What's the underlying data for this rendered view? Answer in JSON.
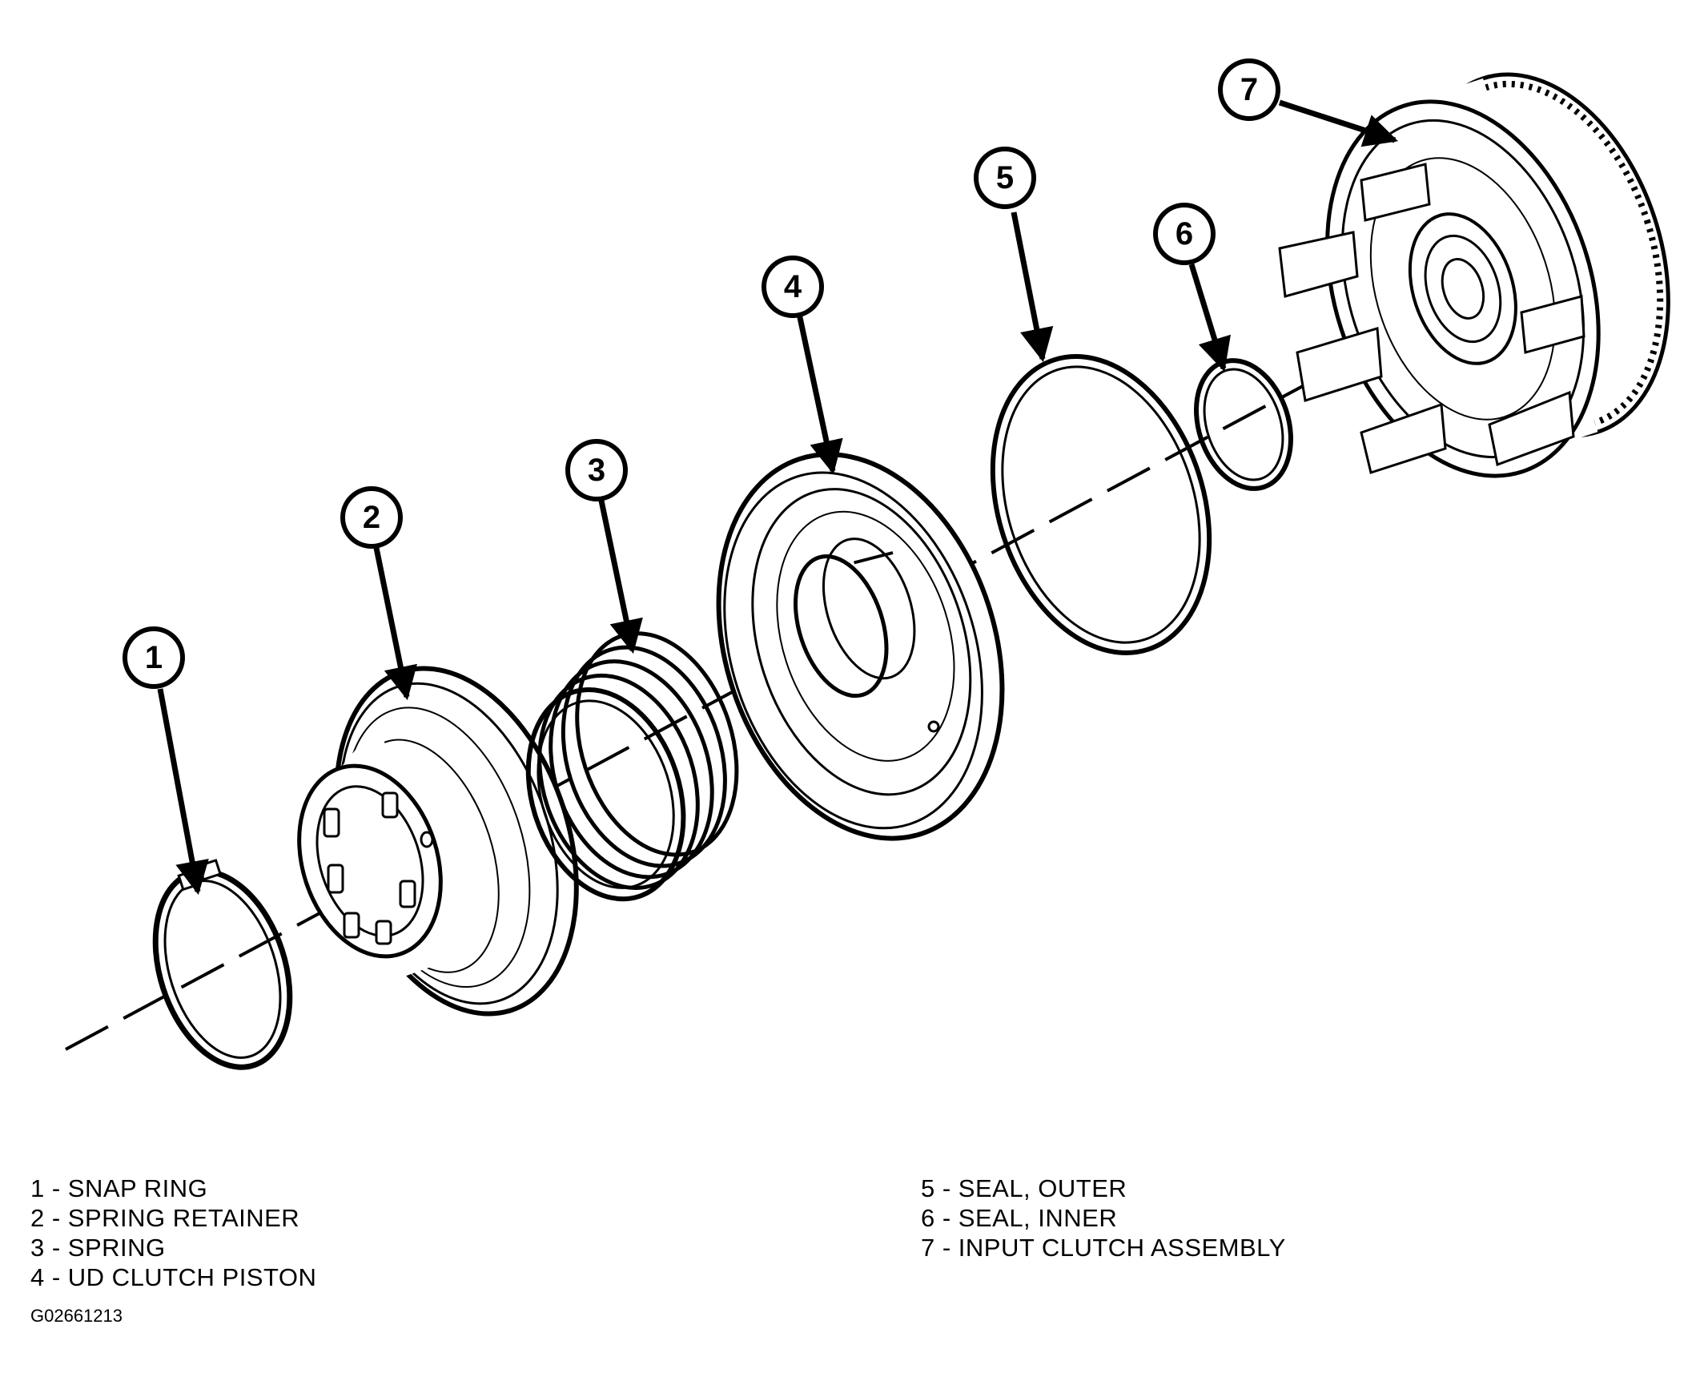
{
  "callouts": [
    "1",
    "2",
    "3",
    "4",
    "5",
    "6",
    "7"
  ],
  "legend": {
    "left": [
      "1 - SNAP RING",
      "2 - SPRING RETAINER",
      "3 - SPRING",
      "4 - UD CLUTCH PISTON"
    ],
    "right": [
      "5 - SEAL, OUTER",
      "6 - SEAL, INNER",
      "7 - INPUT CLUTCH ASSEMBLY"
    ]
  },
  "figure_code": "G02661213"
}
